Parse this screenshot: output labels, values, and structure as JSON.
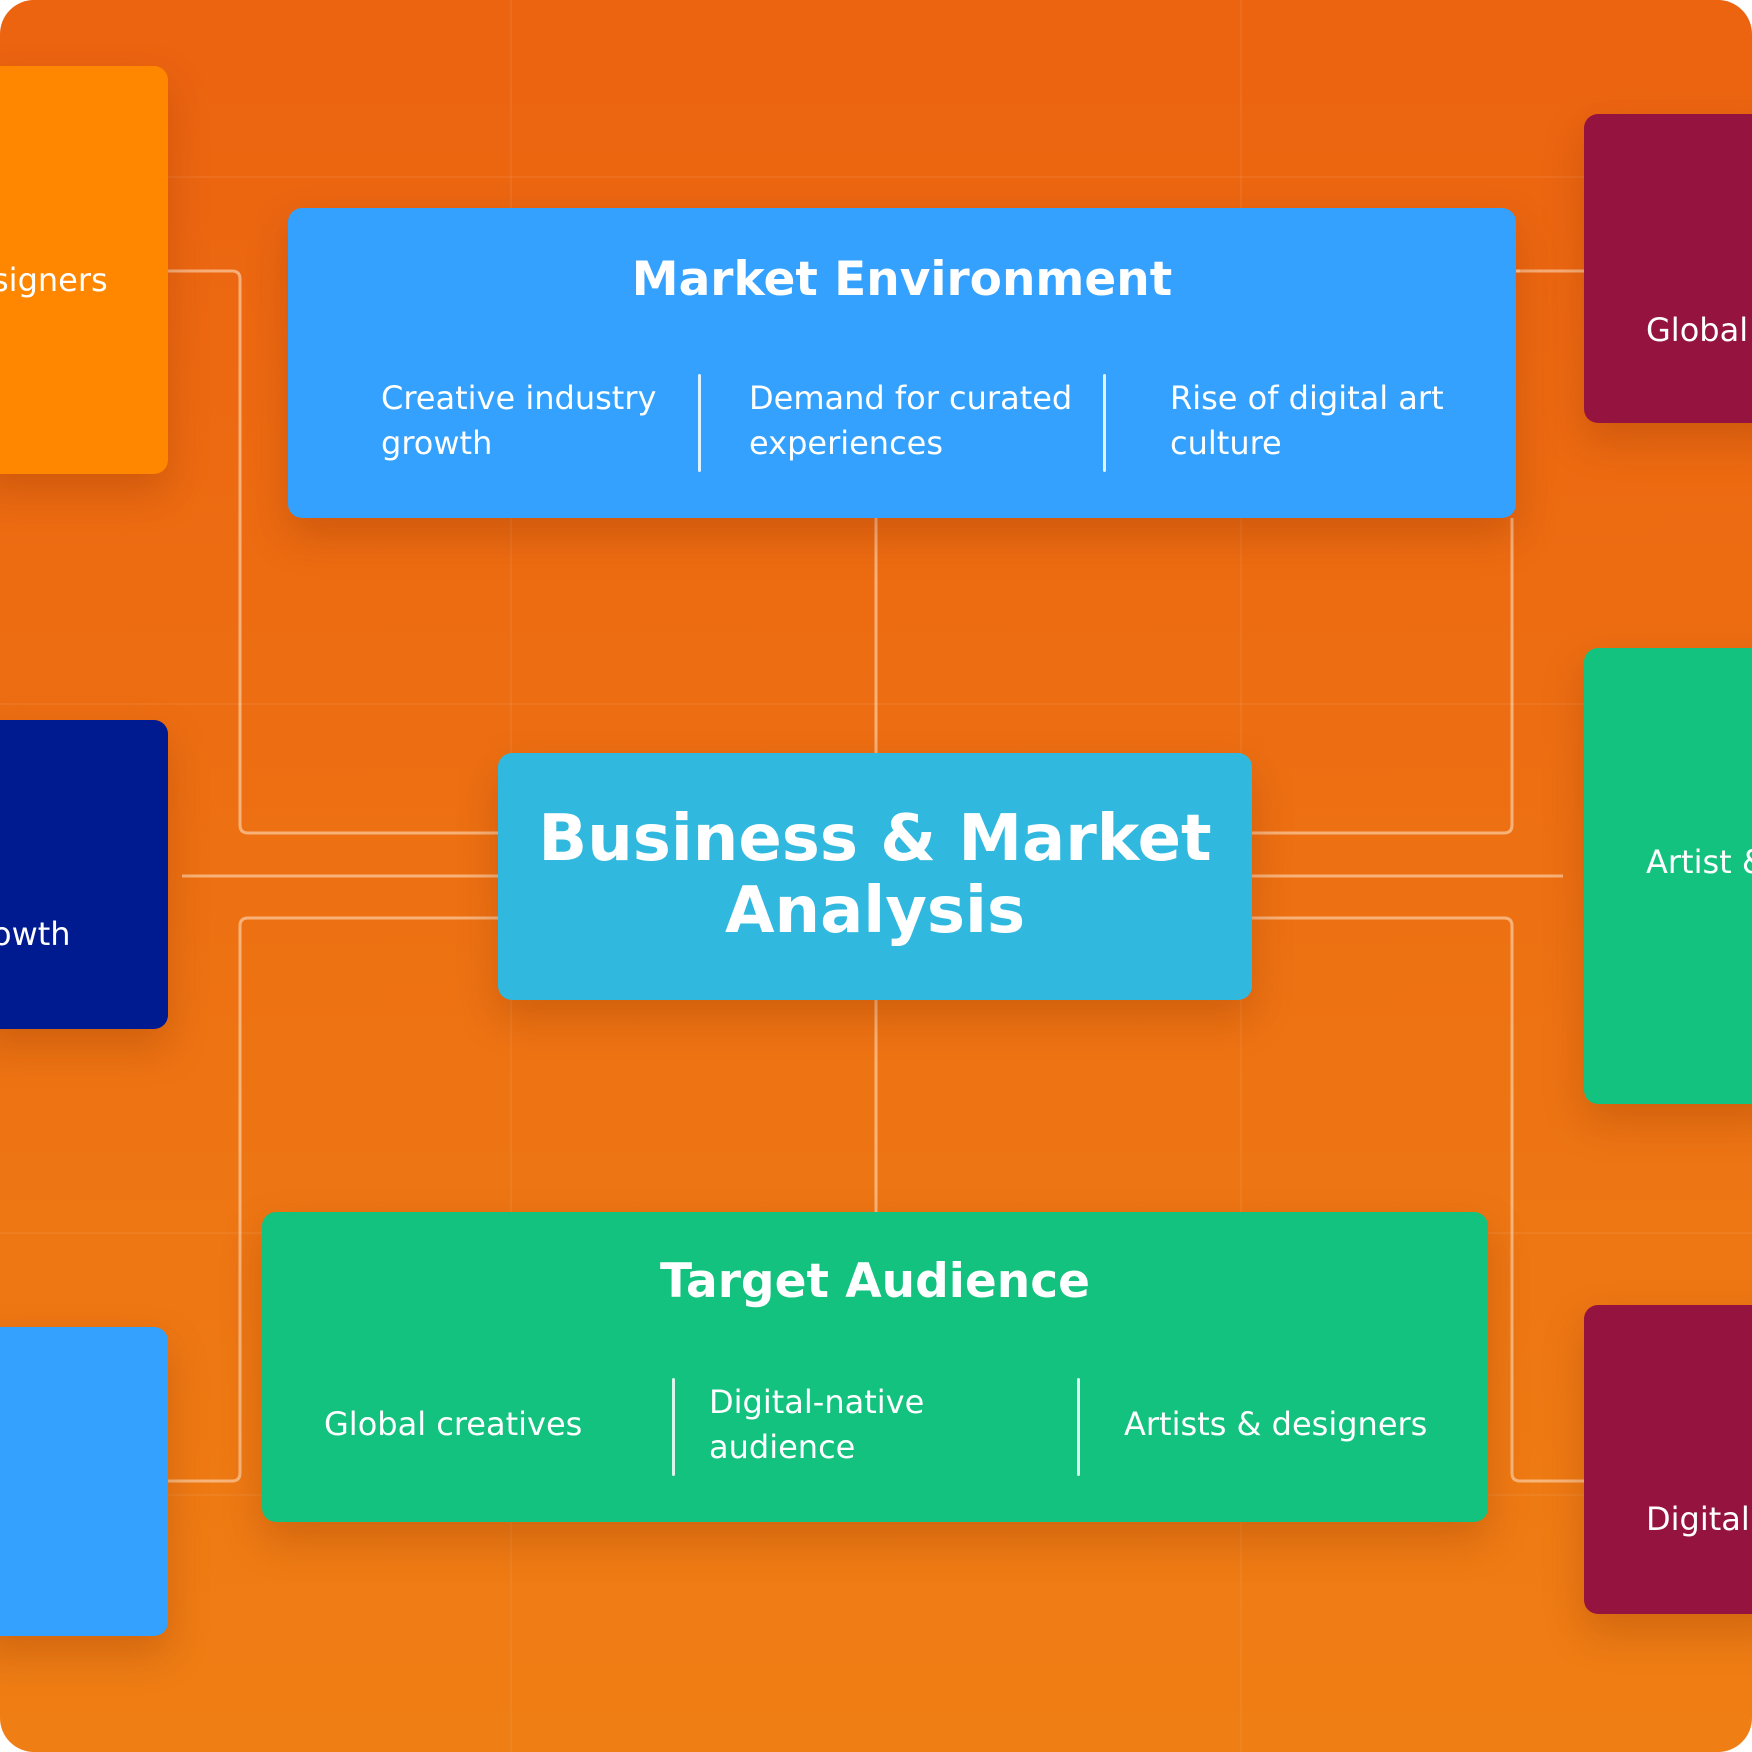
{
  "colors": {
    "background": "#ed6a11",
    "market_environment": "#33a1fd",
    "center": "#31b8df",
    "target_audience": "#13c27e",
    "left_top": "#ff8700",
    "left_middle": "#001a8f",
    "left_bottom": "#33a1fd",
    "right_top": "#95133f",
    "right_middle": "#13c27e",
    "right_bottom": "#95133f"
  },
  "center": {
    "title_line1": "Business & Market",
    "title_line2": "Analysis"
  },
  "market_environment": {
    "title": "Market Environment",
    "items": [
      {
        "line1": "Creative industry",
        "line2": "growth"
      },
      {
        "line1": "Demand for curated",
        "line2": "experiences"
      },
      {
        "line1": "Rise of digital art",
        "line2": "culture"
      }
    ]
  },
  "target_audience": {
    "title": "Target Audience",
    "items": [
      {
        "line1": "Global creatives",
        "line2": ""
      },
      {
        "line1": "Digital-native",
        "line2": "audience"
      },
      {
        "line1": "Artists & designers",
        "line2": ""
      }
    ]
  },
  "side_cards": {
    "left_top": "signers",
    "left_middle": "owth",
    "left_bottom": "",
    "right_top": "Global",
    "right_middle": "Artist &",
    "right_bottom": "Digital"
  }
}
